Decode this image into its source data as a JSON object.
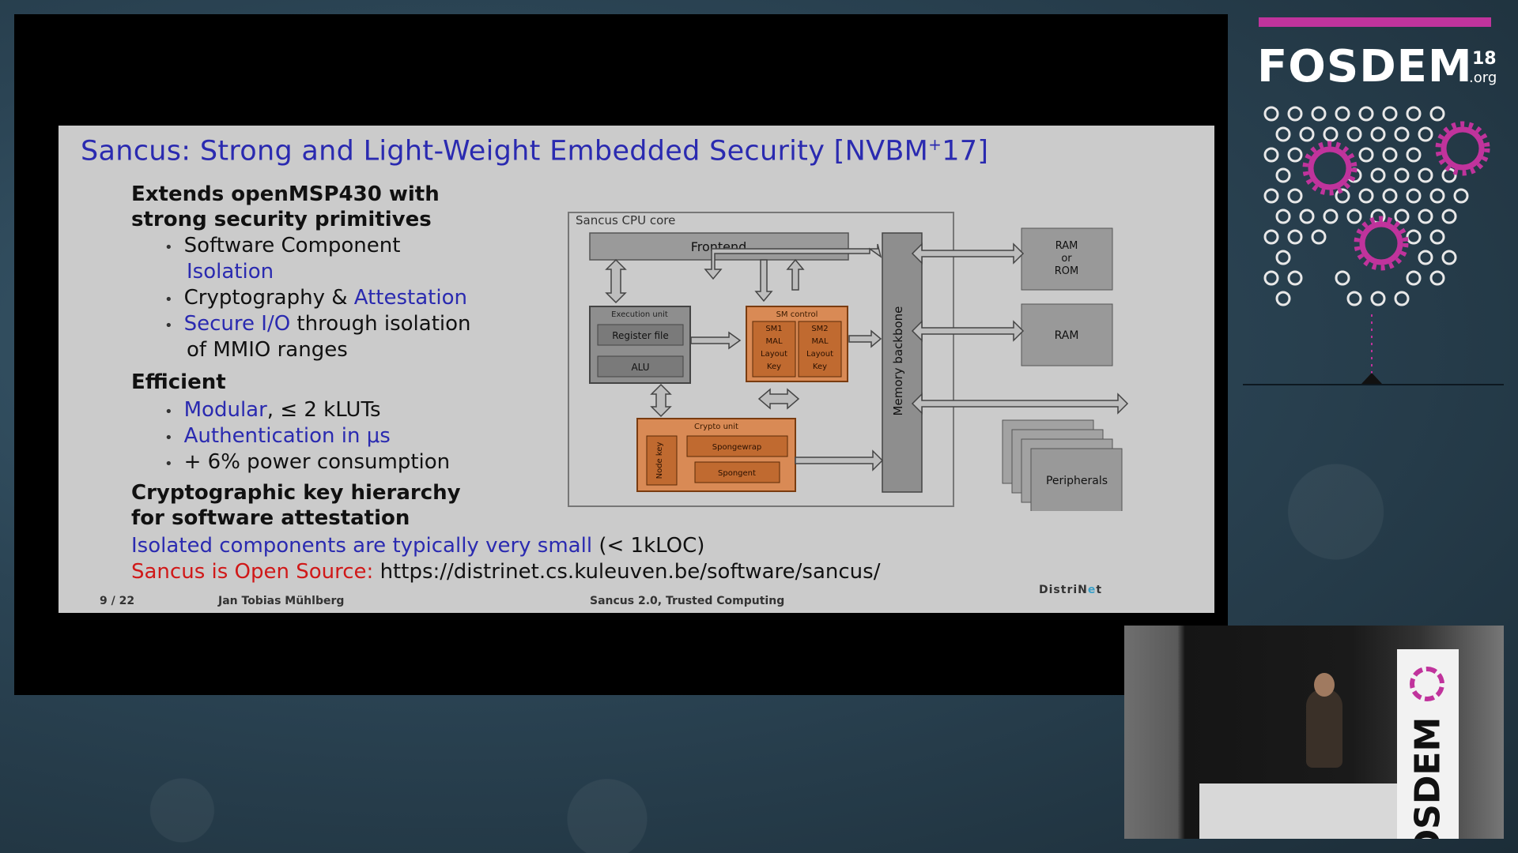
{
  "slide": {
    "title": "Sancus: Strong and Light-Weight Embedded Security [NVBM",
    "title_sup": "+",
    "title_tail": "17]",
    "heading1": "Extends openMSP430 with",
    "heading1b": "strong security primitives",
    "item1a": "Software Component",
    "item1b": "Isolation",
    "item2a": "Cryptography & ",
    "item2b": "Attestation",
    "item3a": "Secure I/O",
    "item3b": " through isolation",
    "item3c": "of MMIO ranges",
    "heading2": "Efficient",
    "item4a": "Modular",
    "item4b": ", ≤ 2 kLUTs",
    "item5": "Authentication in μs",
    "item6": "+ 6% power consumption",
    "heading3": "Cryptographic key hierarchy",
    "heading3b": "for software attestation",
    "line1a": "Isolated components are typically very small",
    "line1b": " (< 1kLOC)",
    "line2a": "Sancus is Open Source:",
    "line2b": " https://distrinet.cs.kuleuven.be/software/sancus/",
    "footer_page": "9 / 22",
    "footer_author": "Jan Tobias Mühlberg",
    "footer_talk": "Sancus 2.0, Trusted Computing",
    "logo_a": "Distri",
    "logo_b": "N",
    "logo_c": "e",
    "logo_d": "t"
  },
  "diagram": {
    "core_label": "Sancus CPU core",
    "frontend": "Frontend",
    "exec_unit": "Execution unit",
    "register_file": "Register file",
    "alu": "ALU",
    "sm_control": "SM control",
    "sm1": "SM1",
    "sm2": "SM2",
    "mal": "MAL",
    "layout": "Layout",
    "key": "Key",
    "crypto_unit": "Crypto unit",
    "node_key": "Node key",
    "spongewrap": "Spongewrap",
    "spongent": "Spongent",
    "memory_backbone": "Memory backbone",
    "ram_or_rom_1": "RAM",
    "ram_or_rom_2": "or",
    "ram_or_rom_3": "ROM",
    "ram": "RAM",
    "peripherals": "Peripherals"
  },
  "sidebar": {
    "logo": "FOSDEM",
    "year": "18",
    "org": ".org"
  },
  "camera": {
    "banner_text": "OSDEM"
  },
  "colors": {
    "accent": "#c0339c",
    "slide_blue": "#2a2ab0",
    "slide_red": "#d01818",
    "orange_block": "#d98a55"
  }
}
